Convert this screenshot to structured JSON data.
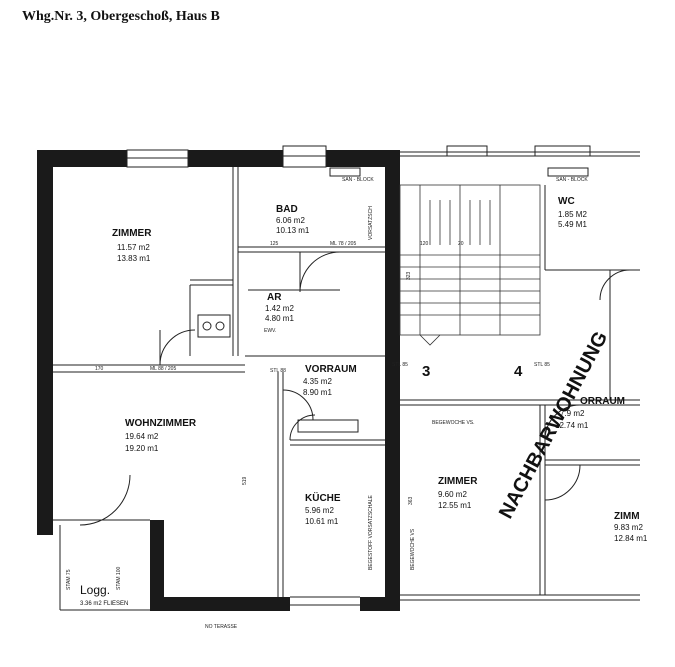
{
  "header": {
    "title": "Whg.Nr. 3, Obergeschoß, Haus B"
  },
  "rooms": [
    {
      "id": "zimmer-1",
      "name": "ZIMMER",
      "area": "11.57 m2",
      "perimeter": "13.83 m1"
    },
    {
      "id": "bad",
      "name": "BAD",
      "area": "6.06 m2",
      "perimeter": "10.13 m1"
    },
    {
      "id": "ar",
      "name": "AR",
      "area": "1.42 m2",
      "perimeter": "4.80 m1"
    },
    {
      "id": "vorraum",
      "name": "VORRAUM",
      "area": "4.35 m2",
      "perimeter": "8.90 m1"
    },
    {
      "id": "wohnzimmer",
      "name": "WOHNZIMMER",
      "area": "19.64 m2",
      "perimeter": "19.20 m1"
    },
    {
      "id": "kueche",
      "name": "KÜCHE",
      "area": "5.96 m2",
      "perimeter": "10.61 m1"
    },
    {
      "id": "logg",
      "name": "Logg.",
      "area": "3.36 m2 FLIESEN",
      "perimeter": ""
    },
    {
      "id": "wc",
      "name": "WC",
      "area": "1.85 M2",
      "perimeter": "5.49 M1"
    },
    {
      "id": "zimmer-2",
      "name": "ZIMMER",
      "area": "9.60 m2",
      "perimeter": "12.55 m1"
    },
    {
      "id": "vorraum-2",
      "name": "ORRAUM",
      "area": "7.9 m2",
      "perimeter": "12.74 m1"
    },
    {
      "id": "zimmer-3",
      "name": "ZIMM",
      "area": "9.83 m2",
      "perimeter": "12.84 m1"
    }
  ],
  "labels": {
    "unit_3": "3",
    "unit_4": "4",
    "neighbour": "NACHBARWOHNUNG",
    "san_block_1": "SAN - BLOCK",
    "san_block_2": "SAN - BLOCK",
    "begewoche_1": "BEGEWOCHE VS.",
    "begewoche_2": "BEGEWOCHE VS",
    "begestoffe": "BEGESTOFF VORSATZSCHALE",
    "vorsatzschale": "VORSATZSCH",
    "stl_1": "STL 88",
    "stl_2": "STL 85",
    "stl_3": "STL 85",
    "stam_1": "STAM 75",
    "stam_2": "STAM 100",
    "dim_170": "170",
    "dim_ml": "ML 88 / 205",
    "dim_ml2": "ML 78 / 205",
    "dim_125": "125",
    "dim_120": "120",
    "dim_20": "20",
    "dim_323": "323",
    "dim_363": "363",
    "dim_519": "519",
    "ewv": "EWV.",
    "bottom": "NO TERASSE"
  }
}
